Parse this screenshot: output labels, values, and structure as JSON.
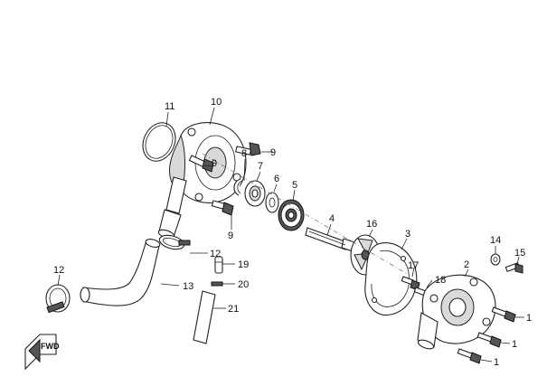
{
  "diagram": {
    "callouts": [
      {
        "id": "c11",
        "text": "11"
      },
      {
        "id": "c10",
        "text": "10"
      },
      {
        "id": "c9a",
        "text": "9"
      },
      {
        "id": "c9b",
        "text": "9"
      },
      {
        "id": "c9c",
        "text": "9"
      },
      {
        "id": "c8",
        "text": "8"
      },
      {
        "id": "c7",
        "text": "7"
      },
      {
        "id": "c6",
        "text": "6"
      },
      {
        "id": "c5",
        "text": "5"
      },
      {
        "id": "c4",
        "text": "4"
      },
      {
        "id": "c16",
        "text": "16"
      },
      {
        "id": "c3",
        "text": "3"
      },
      {
        "id": "c12a",
        "text": "12"
      },
      {
        "id": "c12b",
        "text": "12"
      },
      {
        "id": "c13",
        "text": "13"
      },
      {
        "id": "c19",
        "text": "19"
      },
      {
        "id": "c20",
        "text": "20"
      },
      {
        "id": "c21",
        "text": "21"
      },
      {
        "id": "c14",
        "text": "14"
      },
      {
        "id": "c15",
        "text": "15"
      },
      {
        "id": "c2",
        "text": "2"
      },
      {
        "id": "c17",
        "text": "17"
      },
      {
        "id": "c18",
        "text": "18"
      },
      {
        "id": "c1a",
        "text": "1"
      },
      {
        "id": "c1b",
        "text": "1"
      },
      {
        "id": "c1c",
        "text": "1"
      }
    ],
    "direction_badge": "FWD"
  }
}
